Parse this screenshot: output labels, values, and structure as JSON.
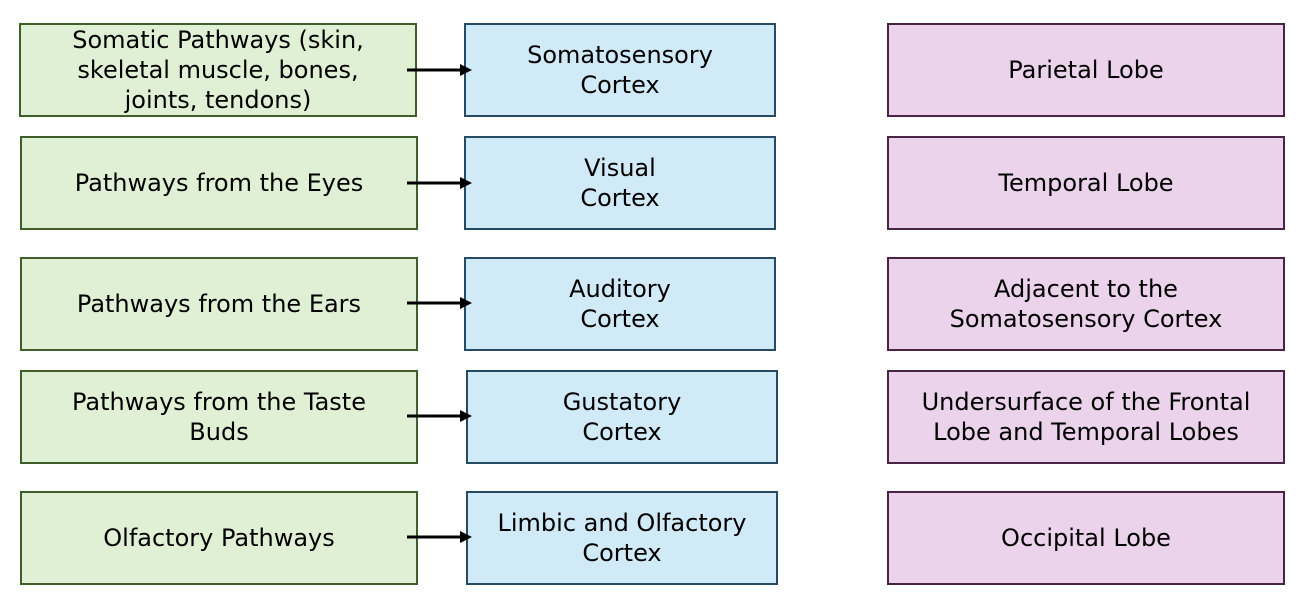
{
  "colors": {
    "pathway_fill": "#dff0d4",
    "cortex_fill": "#d1eaf7",
    "lobe_fill": "#ebd3eb",
    "arrow": "#000000"
  },
  "rows": [
    {
      "pathway": "Somatic Pathways (skin,\nskeletal muscle, bones,\njoints, tendons)",
      "cortex": "Somatosensory\nCortex",
      "lobe": "Parietal Lobe"
    },
    {
      "pathway": "Pathways from the Eyes",
      "cortex": "Visual\nCortex",
      "lobe": "Temporal Lobe"
    },
    {
      "pathway": "Pathways from the Ears",
      "cortex": "Auditory\nCortex",
      "lobe": "Adjacent to the\nSomatosensory Cortex"
    },
    {
      "pathway": "Pathways from the Taste\nBuds",
      "cortex": "Gustatory\nCortex",
      "lobe": "Undersurface of the Frontal\nLobe and Temporal Lobes"
    },
    {
      "pathway": "Olfactory Pathways",
      "cortex": "Limbic and Olfactory\nCortex",
      "lobe": "Occipital Lobe"
    }
  ]
}
